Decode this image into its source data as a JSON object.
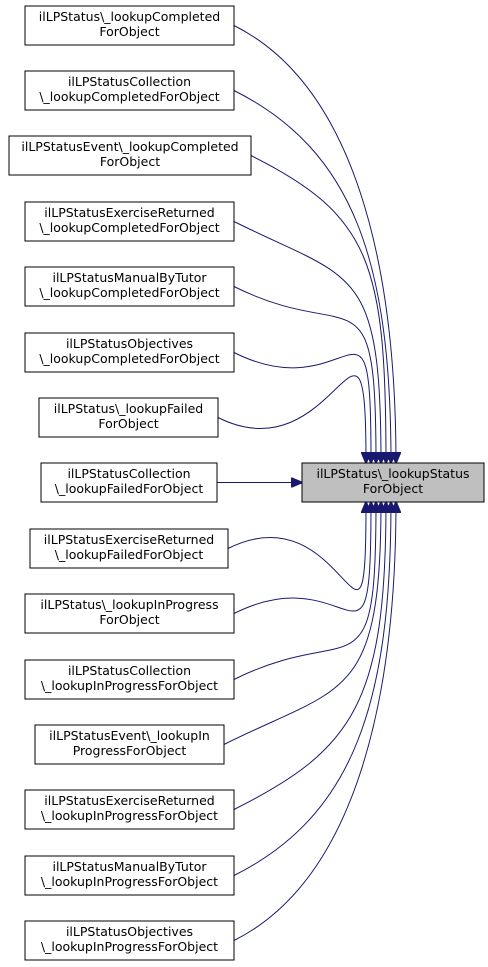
{
  "colors": {
    "edge": "#191970",
    "node_border": "#000000",
    "node_fill": "#ffffff",
    "target_fill": "#bfbfbf"
  },
  "target": {
    "lines": [
      "ilLPStatus\\_lookupStatus",
      "ForObject"
    ]
  },
  "callers": [
    {
      "id": "status-lookup-completed",
      "lines": [
        "ilLPStatus\\_lookupCompleted",
        "ForObject"
      ]
    },
    {
      "id": "collection-lookup-completed",
      "lines": [
        "ilLPStatusCollection",
        "\\_lookupCompletedForObject"
      ]
    },
    {
      "id": "event-lookup-completed",
      "lines": [
        "ilLPStatusEvent\\_lookupCompleted",
        "ForObject"
      ]
    },
    {
      "id": "exercise-returned-lookup-completed",
      "lines": [
        "ilLPStatusExerciseReturned",
        "\\_lookupCompletedForObject"
      ]
    },
    {
      "id": "manual-by-tutor-lookup-completed",
      "lines": [
        "ilLPStatusManualByTutor",
        "\\_lookupCompletedForObject"
      ]
    },
    {
      "id": "objectives-lookup-completed",
      "lines": [
        "ilLPStatusObjectives",
        "\\_lookupCompletedForObject"
      ]
    },
    {
      "id": "status-lookup-failed",
      "lines": [
        "ilLPStatus\\_lookupFailed",
        "ForObject"
      ]
    },
    {
      "id": "collection-lookup-failed",
      "lines": [
        "ilLPStatusCollection",
        "\\_lookupFailedForObject"
      ]
    },
    {
      "id": "exercise-returned-lookup-failed",
      "lines": [
        "ilLPStatusExerciseReturned",
        "\\_lookupFailedForObject"
      ]
    },
    {
      "id": "status-lookup-in-progress",
      "lines": [
        "ilLPStatus\\_lookupInProgress",
        "ForObject"
      ]
    },
    {
      "id": "collection-lookup-in-progress",
      "lines": [
        "ilLPStatusCollection",
        "\\_lookupInProgressForObject"
      ]
    },
    {
      "id": "event-lookup-in-progress",
      "lines": [
        "ilLPStatusEvent\\_lookupIn",
        "ProgressForObject"
      ]
    },
    {
      "id": "exercise-returned-lookup-in-progress",
      "lines": [
        "ilLPStatusExerciseReturned",
        "\\_lookupInProgressForObject"
      ]
    },
    {
      "id": "manual-by-tutor-lookup-in-progress",
      "lines": [
        "ilLPStatusManualByTutor",
        "\\_lookupInProgressForObject"
      ]
    },
    {
      "id": "objectives-lookup-in-progress",
      "lines": [
        "ilLPStatusObjectives",
        "\\_lookupInProgressForObject"
      ]
    }
  ]
}
